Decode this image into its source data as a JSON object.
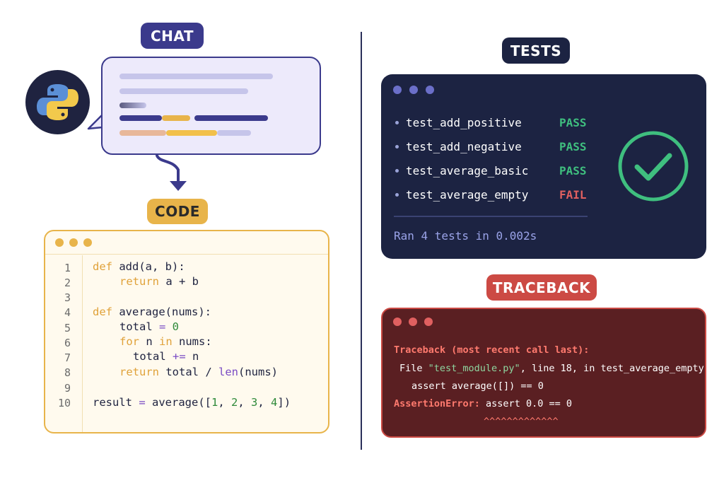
{
  "labels": {
    "chat": "CHAT",
    "code": "CODE",
    "tests": "TESTS",
    "traceback": "TRACEBACK"
  },
  "icons": {
    "avatar": "python-logo-icon",
    "arrow": "curved-arrow-down-icon",
    "check": "check-circle-icon"
  },
  "colors": {
    "chat_accent": "#3b3a8c",
    "code_accent": "#e8b44a",
    "tests_bg": "#1c2342",
    "pass": "#3fbf7f",
    "fail": "#e06060",
    "traceback_accent": "#cc4a44"
  },
  "code": {
    "line_numbers": [
      "1",
      "2",
      "3",
      "4",
      "5",
      "6",
      "7",
      "8",
      "9",
      "10"
    ],
    "lines": [
      {
        "kw": "def",
        "rest": " add(a, b):"
      },
      {
        "kw": "return",
        "rest": " a + b"
      },
      {
        "kw": "",
        "rest": ""
      },
      {
        "kw": "def",
        "rest": " average(nums):"
      },
      {
        "pre": "total ",
        "op": "=",
        "num": " 0"
      },
      {
        "kw": "for",
        "rest": " n ",
        "kw2": "in",
        "rest2": " nums:"
      },
      {
        "pre": "total ",
        "op": "+=",
        "rest": " n"
      },
      {
        "kw": "return",
        "rest": " total / ",
        "op": "len",
        "rest2": "(nums)"
      },
      {
        "kw": "",
        "rest": ""
      },
      {
        "pre": "result ",
        "op": "=",
        "rest": " average([",
        "n1": "1",
        "c1": ", ",
        "n2": "2",
        "c2": ", ",
        "n3": "3",
        "c3": ", ",
        "n4": "4",
        "end": "])"
      }
    ]
  },
  "tests": {
    "items": [
      {
        "name": "test_add_positive",
        "result": "PASS"
      },
      {
        "name": "test_add_negative",
        "result": "PASS"
      },
      {
        "name": "test_average_basic",
        "result": "PASS"
      },
      {
        "name": "test_average_empty",
        "result": "FAIL"
      }
    ],
    "summary": "Ran 4 tests in 0.002s"
  },
  "traceback": {
    "header": "Traceback (most recent call last):",
    "file_prefix": "File ",
    "file_name": "\"test_module.py\"",
    "file_suffix": ", line 18, in test_average_empty",
    "assert_line": "assert average([]) == 0",
    "error_type": "AssertionError:",
    "error_msg": " assert 0.0 == 0",
    "carets": "^^^^^^^^^^^^^"
  }
}
